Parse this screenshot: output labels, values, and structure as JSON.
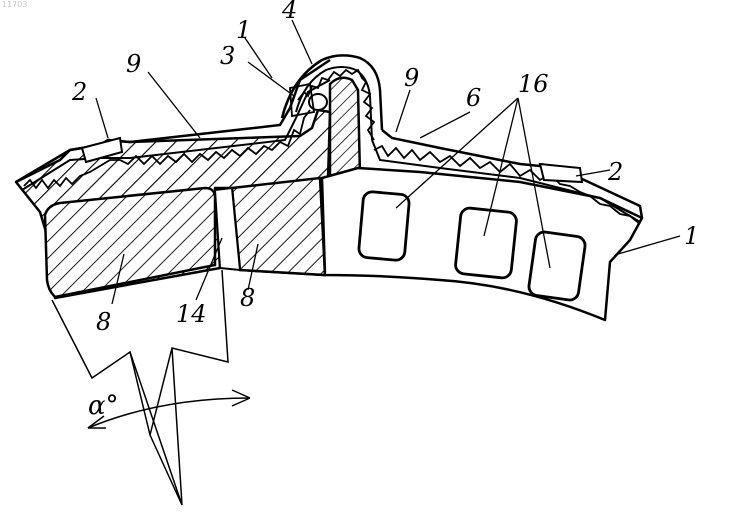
{
  "corner_id": "11703",
  "labels": {
    "l1_top": "1",
    "l4": "4",
    "l3": "3",
    "l9_left": "9",
    "l9_right": "9",
    "l6": "6",
    "l16": "16",
    "l2_left": "2",
    "l2_right": "2",
    "l1_right": "1",
    "l8_left": "8",
    "l8_mid": "8",
    "l14": "14",
    "alpha": "α°"
  }
}
